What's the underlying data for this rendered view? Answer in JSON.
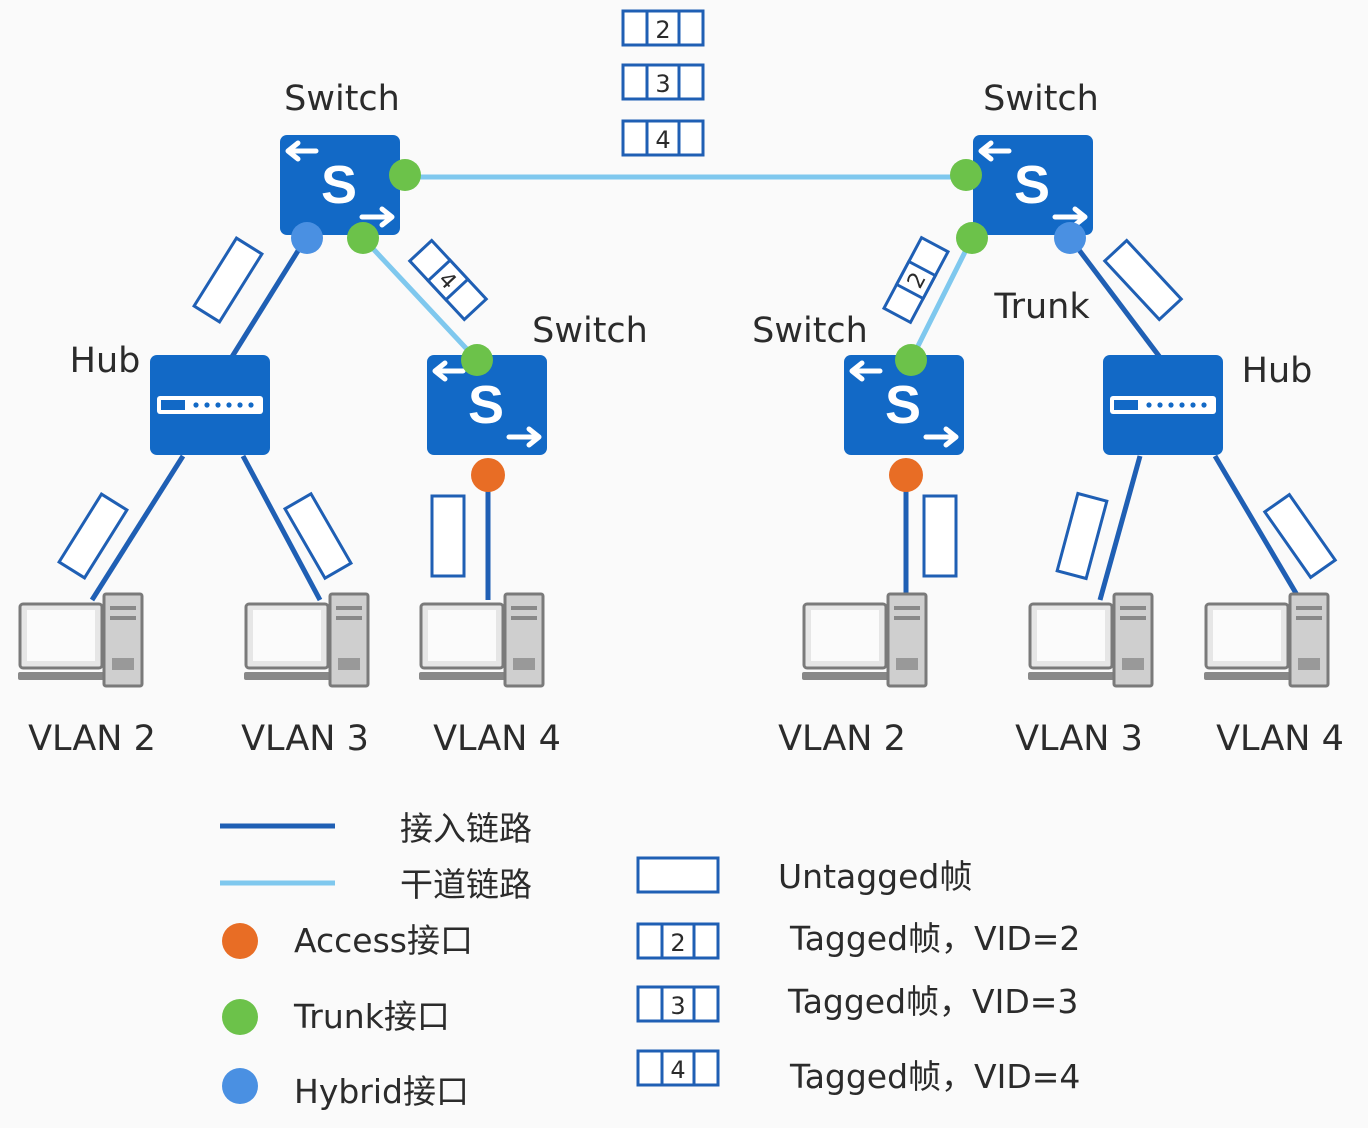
{
  "colors": {
    "access_link": "#1f5fb4",
    "trunk_link": "#7fc8ee",
    "access_port": "#e86d25",
    "trunk_port": "#6cc24a",
    "hybrid_port": "#4a90e2",
    "device": "#1269c6"
  },
  "top": {
    "left_switch_label": "Switch",
    "right_switch_label": "Switch",
    "trunk_frames": [
      "2",
      "3",
      "4"
    ]
  },
  "left": {
    "hub_label": "Hub",
    "switch_label": "Switch",
    "trunk_frame": "4",
    "pcs": [
      "VLAN 2",
      "VLAN 3",
      "VLAN 4"
    ]
  },
  "right": {
    "switch_label": "Switch",
    "trunk_label": "Trunk",
    "hub_label": "Hub",
    "trunk_frame": "2",
    "pcs": [
      "VLAN 2",
      "VLAN 3",
      "VLAN 4"
    ]
  },
  "legend": {
    "access_link": "接入链路",
    "trunk_link": "干道链路",
    "access_port": "Access接口",
    "trunk_port": "Trunk接口",
    "hybrid_port": "Hybrid接口",
    "untagged": "Untagged帧",
    "tagged_2_num": "2",
    "tagged_2": "Tagged帧，VID=2",
    "tagged_3_num": "3",
    "tagged_3": "Tagged帧，VID=3",
    "tagged_4_num": "4",
    "tagged_4": "Tagged帧，VID=4"
  }
}
